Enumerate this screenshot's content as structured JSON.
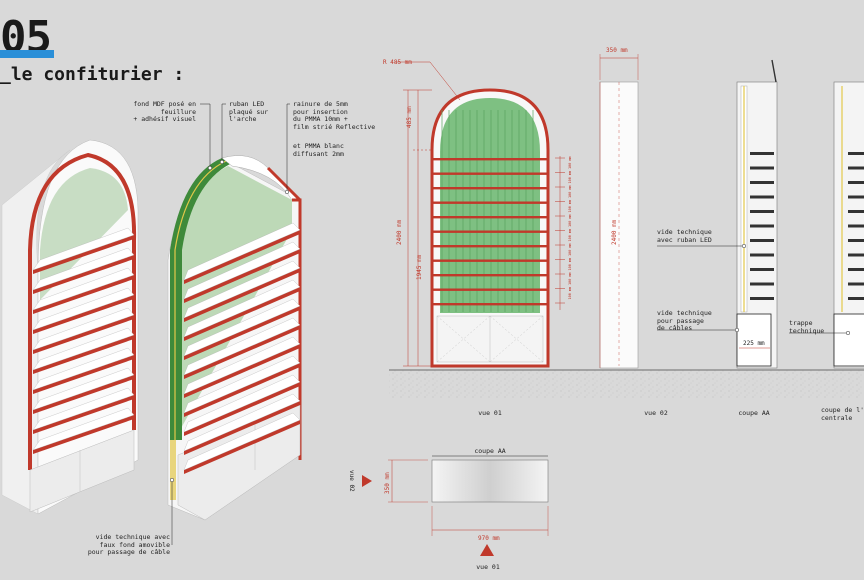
{
  "header": {
    "number": "05",
    "subtitle": "_le confiturier :"
  },
  "callouts": {
    "fond_mdf": "fond MDF posé en\nfeuillure\n+ adhésif visuel",
    "ruban_led": "ruban LED\nplaqué sur\nl'arche",
    "rainure": "rainure de 5mm\npour insertion\ndu PMMA 10mm +\nfilm strié Reflective",
    "pmma": "et PMMA blanc\ndiffusant 2mm",
    "vide_tech_bas": "vide technique avec\nfaux fond amovible\npour passage de câble",
    "vide_tech_led": "vide technique\navec ruban LED",
    "vide_tech_cables": "vide technique\npour passage\nde câbles",
    "trappe": "trappe\ntechnique"
  },
  "dimensions": {
    "radius": "R 485 mm",
    "d485": "485 mm",
    "d2400": "2400 mm",
    "d1945": "1945 mm",
    "d350_top": "350 mm",
    "d2400_side": "2400 mm",
    "d225": "225 mm",
    "d350_plan": "350 mm",
    "d970": "970 mm",
    "shelf_spacing": "100 mm"
  },
  "view_labels": {
    "vue01": "vue 01",
    "vue02": "vue 02",
    "coupeAA": "coupe AA",
    "coupe_arche": "coupe de l'a\ncentrale",
    "plan_title": "coupe AA",
    "plan_vue01": "vue 01",
    "plan_vue02": "vue 02"
  },
  "colors": {
    "frame_red": "#c0392b",
    "shelf_green": "#6fb87a",
    "arch_green": "#3e8a3a",
    "led_yellow": "#e3c84a",
    "accent_blue": "#2a8fd8"
  }
}
